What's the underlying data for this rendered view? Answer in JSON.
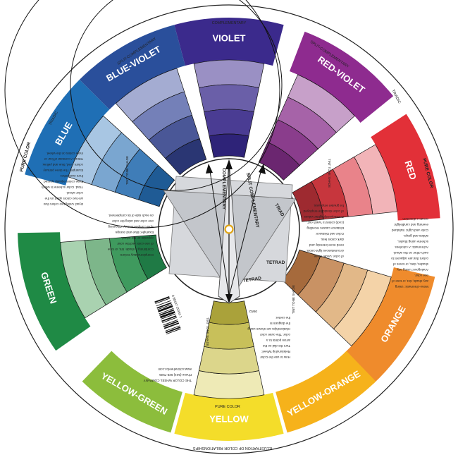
{
  "colors": {
    "violet": {
      "label": "VIOLET",
      "base": "#3b2a8c",
      "tints": [
        "#9a90c4",
        "#6a5fa8",
        "#4a3c93",
        "#2e2378"
      ]
    },
    "red_violet": {
      "label": "RED-VIOLET",
      "base": "#8e2b8f",
      "tints": [
        "#c7a0c9",
        "#a663a8",
        "#8a3d8c",
        "#6b2670"
      ]
    },
    "red": {
      "label": "RED",
      "base": "#e23038",
      "tints": [
        "#f2b4b8",
        "#e9838a",
        "#c7363d",
        "#9e2a30"
      ]
    },
    "orange": {
      "label": "ORANGE",
      "base": "#ef8b2c",
      "tints": [
        "#f4d3a8",
        "#e2b888",
        "#c99264",
        "#a66a3c"
      ]
    },
    "yellow_orange": {
      "label": "YELLOW-ORANGE",
      "base": "#f6b21b"
    },
    "yellow": {
      "label": "YELLOW",
      "base": "#f4dd2a",
      "tints": [
        "#eeeab6",
        "#dcd68b",
        "#c8c05a",
        "#aaa23a"
      ]
    },
    "yellow_green": {
      "label": "YELLOW-GREEN",
      "base": "#8cbd3c"
    },
    "green": {
      "label": "GREEN",
      "base": "#1f8a45",
      "tints": [
        "#a9d2b0",
        "#7db68a",
        "#3f9a5e",
        "#1f7a45"
      ]
    },
    "blue": {
      "label": "BLUE",
      "base": "#1f6fb5",
      "tints": [
        "#a8c6e3",
        "#7aa6d0",
        "#3f7db8",
        "#1f5b95"
      ]
    },
    "blue_violet": {
      "label": "BLUE-VIOLET",
      "base": "#2a4f9b",
      "tints": [
        "#a4acd2",
        "#7480b8",
        "#4a5797",
        "#2a3673"
      ]
    }
  },
  "ring_labels": {
    "complementary": "COMPLEMENTARY",
    "split_top_left": "SPLIT-COMPLEMENTARY",
    "split_top_right": "SPLIT-COMPLEMENTARY",
    "triadic_left": "TRIADIC",
    "triadic_right": "TRIADIC",
    "pure_color_left": "PURE COLOR",
    "pure_color_right": "PURE COLOR",
    "pure_color_bottom": "PURE COLOR",
    "tint_tone_shade": "TINT TONE SHADE",
    "bottom_title": "ILLUSTRATION OF COLOR RELATIONSHIPS"
  },
  "dial": {
    "complementary": "COMPLEMENTARY",
    "split_complementary": "SPLIT COMPLEMENTARY",
    "triad": "TRIAD",
    "tetrad": "TETRAD",
    "tetrad2": "TETRAD"
  },
  "text_blocks": {
    "left_top": [
      "Dyad: Using two colors that",
      "are two colors apart on the",
      "color wheel.",
      "Triad: Color scheme in which",
      "three colors equally spaced",
      "from each other.",
      "Example: The three primary",
      "colors - red, blue and yellow.",
      "Tetrad: A contrast of four or",
      "more colors on the wheel."
    ],
    "left_mid": [
      "Complementary Colors:",
      "Combining a shade, tint, or tone",
      "of one color and the color",
      "opposite on the wheel.",
      "Example: Blue and orange.",
      "Split Complementary: Choosing",
      "one color and using the color",
      "on each side of its complement."
    ],
    "right_top": [
      "Mono-chromatic: Using",
      "any shade, tint, or tone of",
      "one color.",
      "Analogous: Using any",
      "shades, tints, or tones of",
      "colors that are adjacent to",
      "each other on the wheel.",
      "Achromatic: A colorless",
      "scheme using blacks,",
      "whites and grays.",
      "Color and Light: Subdued",
      "evening and candlelight",
      "create a distortion"
    ],
    "right_mid": [
      "of color. Under these",
      "circumstances light colors",
      "need more intensity and",
      "dark colors less.",
      "Color and Distance:",
      "Distance causes receding",
      "(cool) colors to 'wash out'.",
      "Consequently lighter values",
      "of color should be employed",
      "for greater emphasis."
    ],
    "bottom_mid": [
      "How to use the Color",
      "Relationship Wheel:",
      "Turn the dial so the",
      "arrow points to a",
      "color. The outer color",
      "relationships are shown using",
      "the diagram in",
      "the center."
    ],
    "brand": [
      "THE COLOR WHEEL COMPANY",
      "Phone (541) 929-7526",
      "www.colorwheelco.com"
    ],
    "barcode_digits": "0 88107 25451 1",
    "code": "09/02"
  }
}
